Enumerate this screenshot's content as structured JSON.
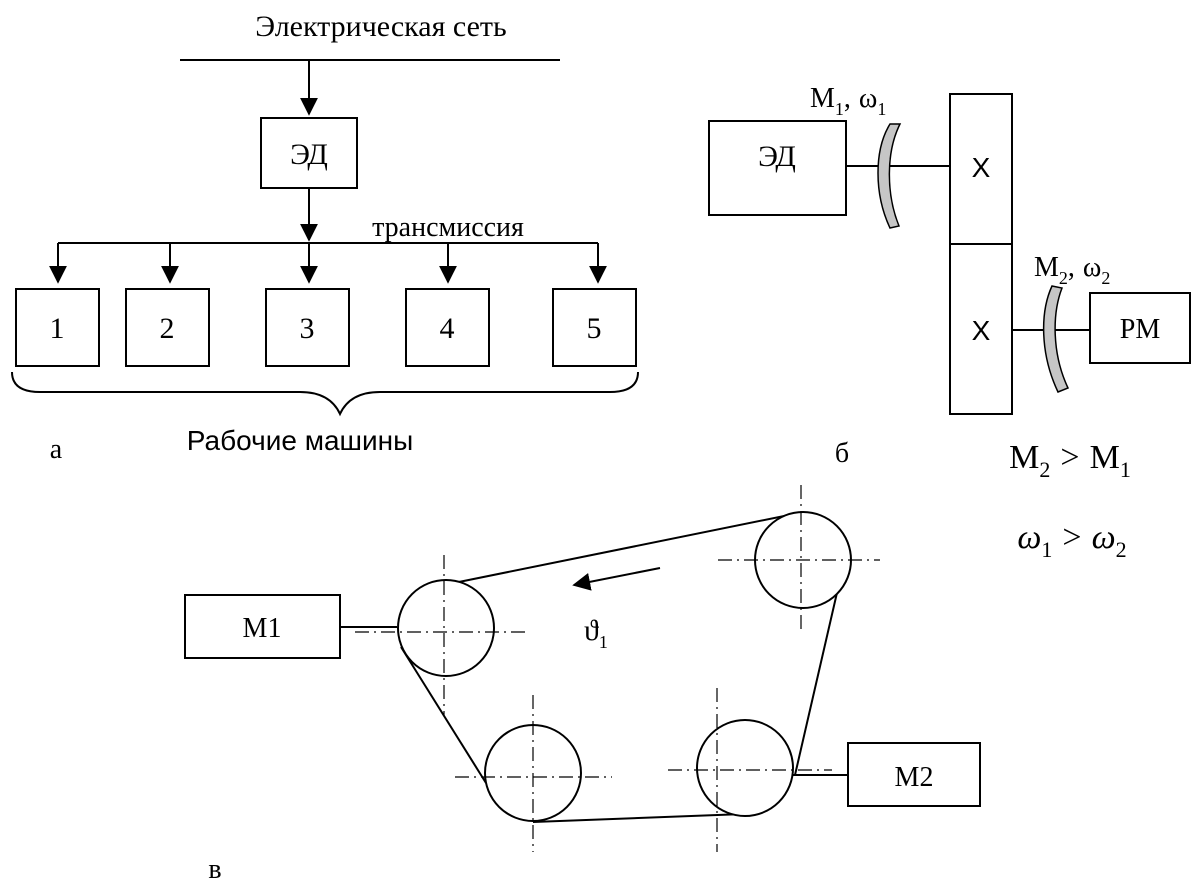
{
  "diagram_a": {
    "network_label": "Электрическая сеть",
    "motor_label": "ЭД",
    "transmission_label": "трансмиссия",
    "machines": [
      "1",
      "2",
      "3",
      "4",
      "5"
    ],
    "machines_caption": "Рабочие машины",
    "panel_letter": "а"
  },
  "diagram_b": {
    "motor_label": "ЭД",
    "machine_label": "РМ",
    "gear_mark": "X",
    "input_torque": "M",
    "input_torque_sub": "1",
    "input_speed": "ω",
    "input_speed_sub": "1",
    "output_torque": "M",
    "output_torque_sub": "2",
    "output_speed": "ω",
    "output_speed_sub": "2",
    "separator": ",",
    "panel_letter": "б",
    "relation_torque": {
      "left": "M",
      "left_sub": "2",
      "op": ">",
      "right": "M",
      "right_sub": "1"
    },
    "relation_speed": {
      "left": "ω",
      "left_sub": "1",
      "op": ">",
      "right": "ω",
      "right_sub": "2"
    }
  },
  "diagram_c": {
    "motor1_label": "M1",
    "motor2_label": "M2",
    "velocity_symbol": "ϑ",
    "velocity_sub": "1",
    "panel_letter": "в"
  }
}
